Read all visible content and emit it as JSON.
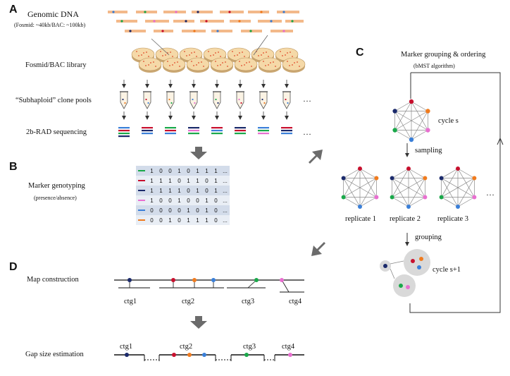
{
  "panels": {
    "a": "A",
    "b": "B",
    "c": "C",
    "d": "D"
  },
  "panel_a": {
    "genomic_dna": "Genomic DNA",
    "genomic_dna_sub": "(Fosmid: ~40kb/BAC: ~100kb)",
    "library": "Fosmid/BAC library",
    "pools": "“Subhaploid” clone pools",
    "sequencing": "2b-RAD sequencing",
    "ellipsis": "…"
  },
  "panel_b": {
    "title": "Marker genotyping",
    "subtitle": "(presence/absence)",
    "marker_colors": [
      "#1aa84a",
      "#c8102e",
      "#1b2a6b",
      "#e86fd0",
      "#3a7fd8",
      "#f07b1e"
    ],
    "rows": [
      [
        "1",
        "0",
        "0",
        "1",
        "0",
        "1",
        "1",
        "1",
        "..."
      ],
      [
        "1",
        "1",
        "1",
        "0",
        "1",
        "1",
        "0",
        "1",
        "..."
      ],
      [
        "1",
        "1",
        "1",
        "1",
        "0",
        "1",
        "0",
        "1",
        "..."
      ],
      [
        "1",
        "0",
        "0",
        "1",
        "0",
        "0",
        "1",
        "0",
        "..."
      ],
      [
        "0",
        "0",
        "0",
        "0",
        "1",
        "0",
        "1",
        "0",
        "..."
      ],
      [
        "0",
        "0",
        "1",
        "0",
        "1",
        "1",
        "1",
        "0",
        "..."
      ]
    ]
  },
  "panel_c": {
    "title": "Marker grouping & ordering",
    "subtitle": "(bMST algorithm)",
    "cycle_s": "cycle s",
    "sampling": "sampling",
    "replicate1": "replicate  1",
    "replicate2": "replicate  2",
    "replicate3": "replicate  3",
    "ellipsis": "…",
    "grouping": "grouping",
    "cycle_s1": "cycle s+1"
  },
  "panel_d": {
    "map_construction": "Map construction",
    "gap_size": "Gap size estimation",
    "contigs": [
      "ctg1",
      "ctg2",
      "ctg3",
      "ctg4"
    ]
  },
  "colors": {
    "navy": "#1b2a6b",
    "red": "#c8102e",
    "orange": "#f07b1e",
    "blue": "#3a7fd8",
    "green": "#1aa84a",
    "pink": "#e86fd0",
    "fragment": "#f3b98a",
    "dish": "#f5d9a8",
    "arrow": "#6b6b6b"
  }
}
